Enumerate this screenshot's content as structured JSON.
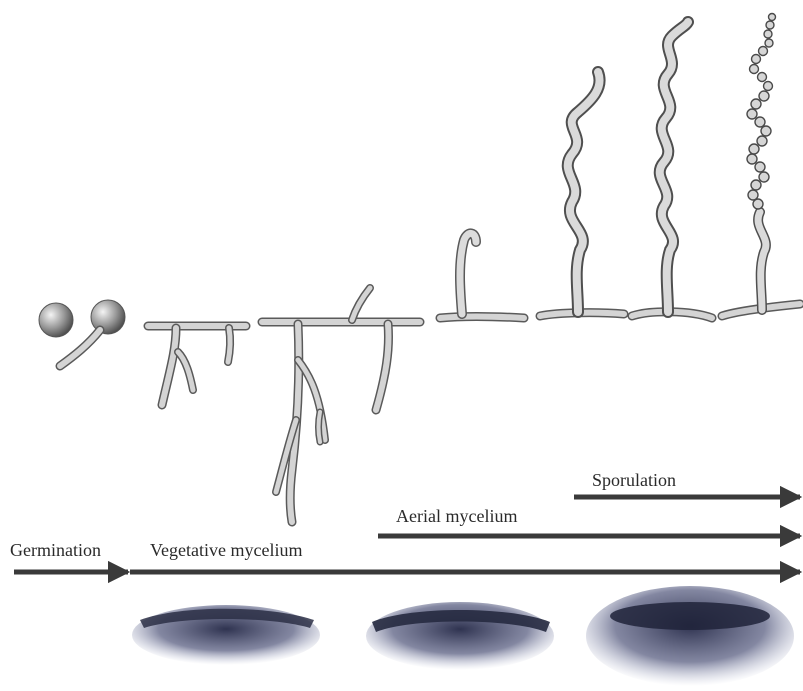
{
  "stages": {
    "germination": "Germination",
    "vegetative_mycelium": "Vegetative mycelium",
    "aerial_mycelium": "Aerial mycelium",
    "sporulation": "Sporulation"
  },
  "colors": {
    "hypha_fill": "#c9c9c9",
    "hypha_stroke": "#5a5a5a",
    "arrow": "#3a3a3a",
    "colony": "#3b3f5c"
  }
}
